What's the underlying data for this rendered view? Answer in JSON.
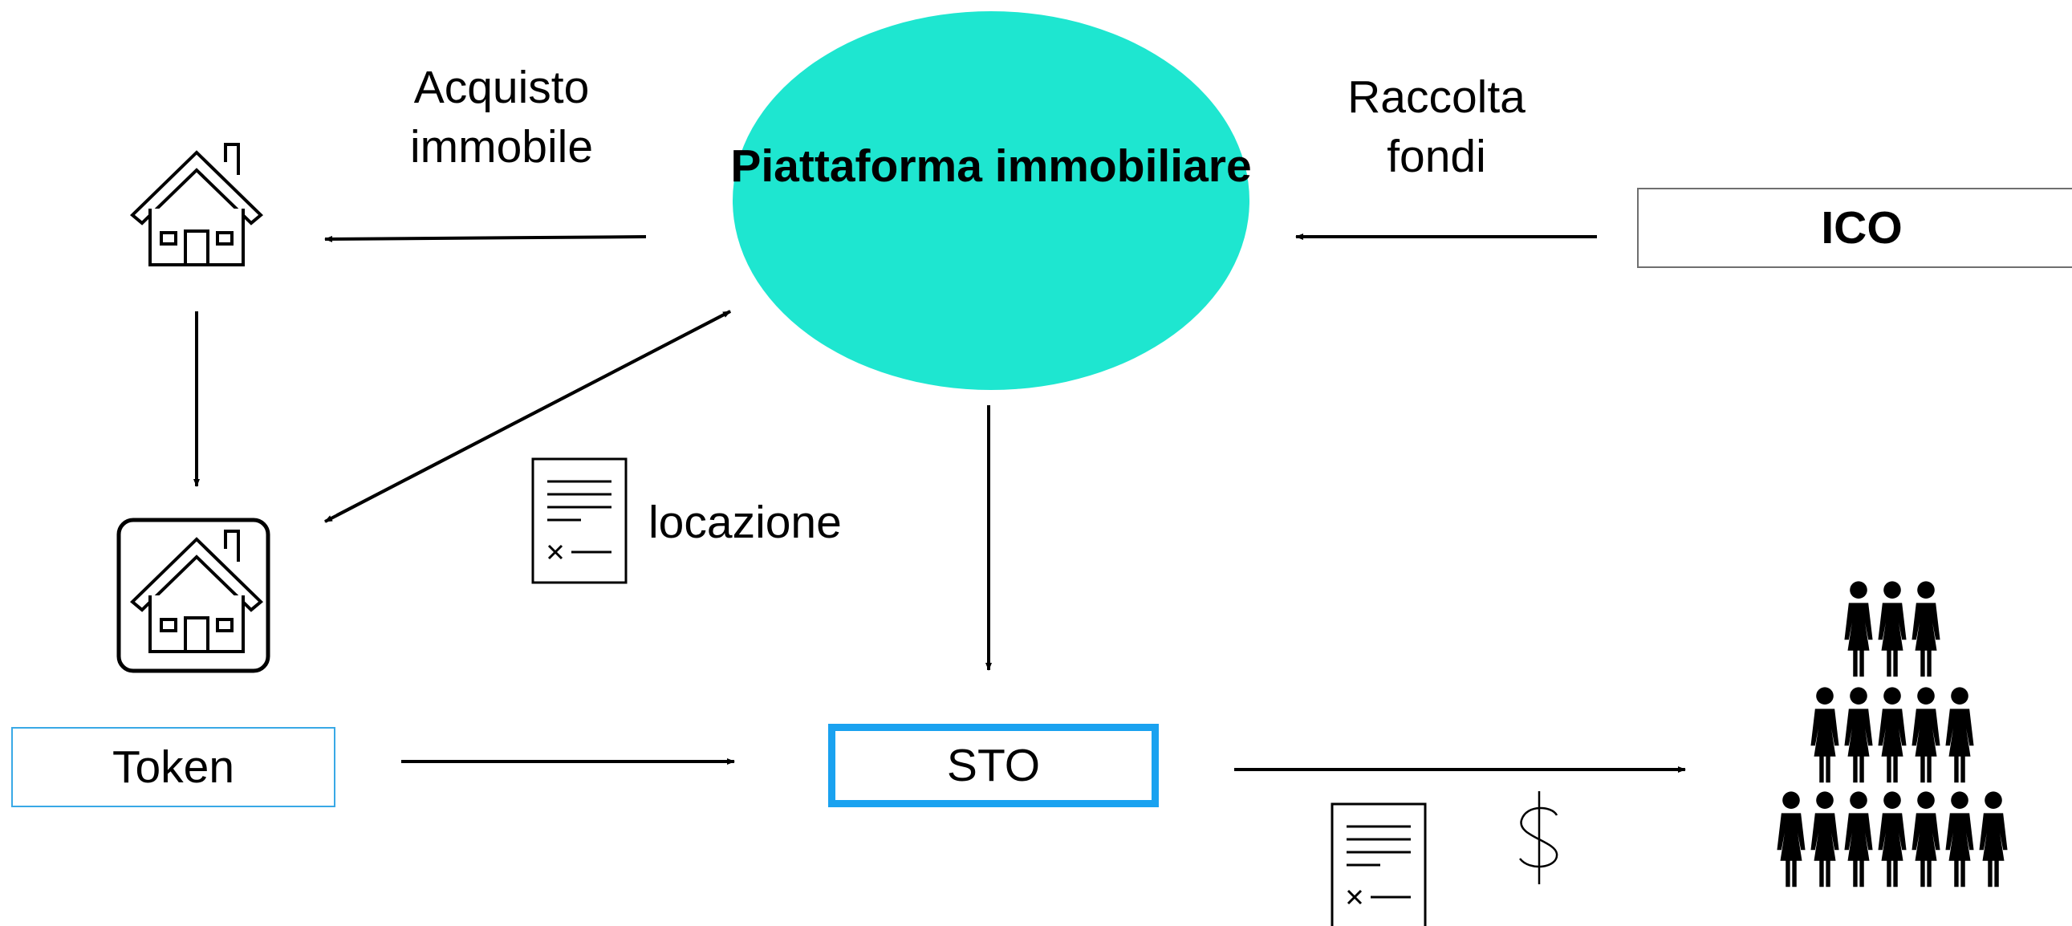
{
  "labels": {
    "platform": "Piattaforma immobiliare",
    "acquisto": "Acquisto immobile",
    "raccolta": "Raccolta fondi",
    "locazione": "locazione",
    "ico": "ICO",
    "token": "Token",
    "sto": "STO"
  },
  "colors": {
    "platform_fill": "#1ee6d0",
    "sto_border": "#1aa2f0",
    "token_border": "#39a9e6",
    "ico_border": "#6f6f6f",
    "line": "#000000"
  },
  "icons": [
    "house-icon",
    "tokenized-house-icon",
    "document-icon",
    "dollar-icon",
    "crowd-icon"
  ]
}
